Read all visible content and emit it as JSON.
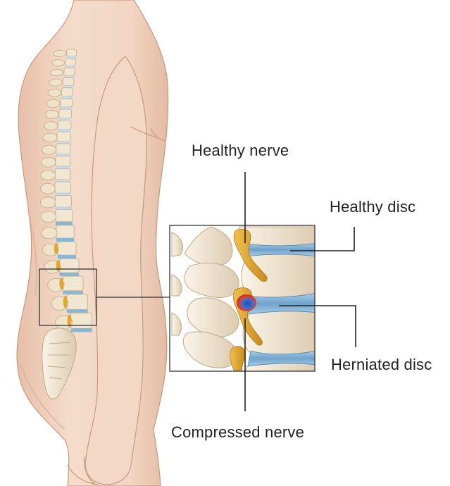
{
  "labels": {
    "healthy_nerve": "Healthy nerve",
    "healthy_disc": "Healthy disc",
    "herniated_disc": "Herniated disc",
    "compressed_nerve": "Compressed nerve"
  },
  "colors": {
    "skin": "#f1d5c3",
    "skin_shadow": "#e2b8a0",
    "bone": "#f4ead8",
    "bone_shade": "#d9c9ad",
    "disc_healthy": "#86b6d8",
    "disc_dark": "#4f86b3",
    "nerve": "#e2a630",
    "compression_red": "#d8322a",
    "compression_blue": "#2e5fb8",
    "line": "#222222"
  }
}
